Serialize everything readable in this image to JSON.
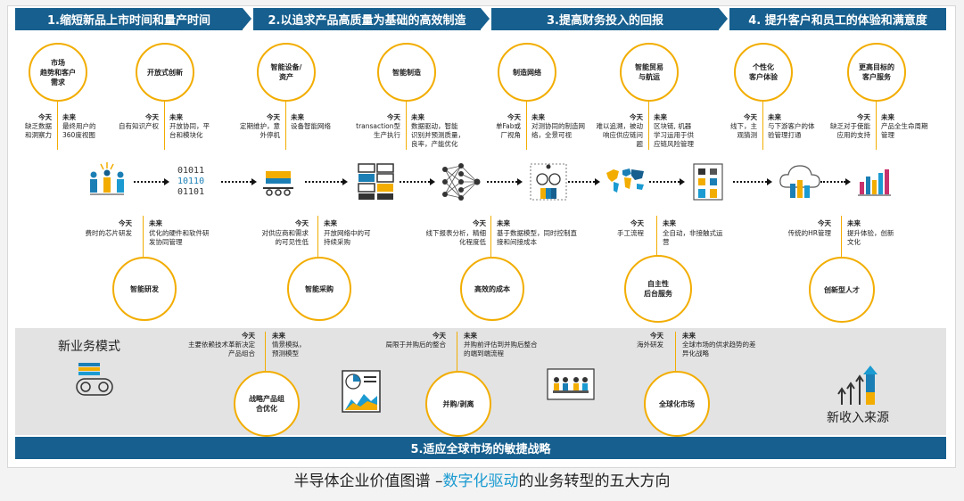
{
  "headers": [
    "1.缩短新品上市时间和量产时间",
    "2.以追求产品高质量为基础的高效制造",
    "3.提高财务投入的回报",
    "4. 提升客户和员工的体验和满意度"
  ],
  "labels": {
    "today": "今天",
    "future": "未来"
  },
  "top_circles": [
    {
      "title": "市场\n趋势和客户\n需求",
      "today": "缺乏数据\n和洞察力",
      "future": "最终用户的\n360度视图"
    },
    {
      "title": "开放式创新",
      "today": "自有知识产权",
      "future": "开放协同，平\n台和模块化"
    },
    {
      "title": "智能设备/\n资产",
      "today": "定期维护，意\n外停机",
      "future": "设备智能网络"
    },
    {
      "title": "智能制造",
      "today": "transaction型\n生产执行",
      "future": "数据驱动，智能\n识别并预测质量，\n良率，产能优化"
    },
    {
      "title": "制造网络",
      "today": "单Fab或\n厂视角",
      "future": "对测协同的制造网\n络，全景可视"
    },
    {
      "title": "智能贸易\n与航运",
      "today": "难以追溯，被动\n响应供应链问\n题",
      "future": "区块链, 机器\n学习运用于供\n应链风险管理"
    },
    {
      "title": "个性化\n客户体验",
      "today": "线下，主\n观猜测",
      "future": "与下游客户的体\n验管理打通"
    },
    {
      "title": "更高目标的\n客户服务",
      "today": "缺乏对于使能\n应用的支持",
      "future": "产品全生命周期\n管理"
    }
  ],
  "bottom_circles": [
    {
      "title": "智能研发",
      "today": "费时的芯片研发",
      "future": "优化的硬件和软件研\n发协同管理"
    },
    {
      "title": "智能采购",
      "today": "对供应商和需求\n的可见性低",
      "future": "开放网络中的可\n持续采购"
    },
    {
      "title": "高效的成本",
      "today": "线下报表分析，精细\n化程度低",
      "future": "基于数据模型，同时控制直\n接和间接成本"
    },
    {
      "title": "自主性\n后台服务",
      "today": "手工流程",
      "future": "全自动，非接触式运\n营"
    },
    {
      "title": "创新型人才",
      "today": "传统的HR管理",
      "future": "提升体验，创新\n文化"
    }
  ],
  "band": {
    "title": "新业务模式",
    "right_title": "新收入来源",
    "items": [
      {
        "title": "战略产品组\n合优化",
        "today": "主要依赖技术革新决定\n产品组合",
        "future": "情景模拟，\n预测模型"
      },
      {
        "title": "并购/剥离",
        "today": "局限于并购后的整合",
        "future": "并购前评估到并购后整合\n的端到端流程"
      },
      {
        "title": "全球化市场",
        "today": "海外研发",
        "future": "全球市场的供求趋势的差\n异化战略"
      }
    ]
  },
  "bottom_bar": "5.适应全球市场的敏捷战略",
  "caption": {
    "prefix": "半导体企业价值图谱 –",
    "highlight": "数字化驱动",
    "suffix": "的业务转型的五大方向"
  },
  "colors": {
    "header_blue": "#165f8e",
    "accent_yellow": "#f2ad00",
    "highlight_blue": "#1b9bd1",
    "band_gray": "#e3e3e3"
  },
  "icons": [
    "people-icon",
    "binary-data-icon",
    "conveyor-cart-icon",
    "server-rack-icon",
    "neural-network-icon",
    "network-diagram-icon",
    "world-map-icon",
    "building-icon",
    "cloud-upload-icon",
    "bar-chart-icon",
    "gears-icon",
    "dashboard-icon",
    "meeting-icon",
    "growth-arrows-icon"
  ]
}
